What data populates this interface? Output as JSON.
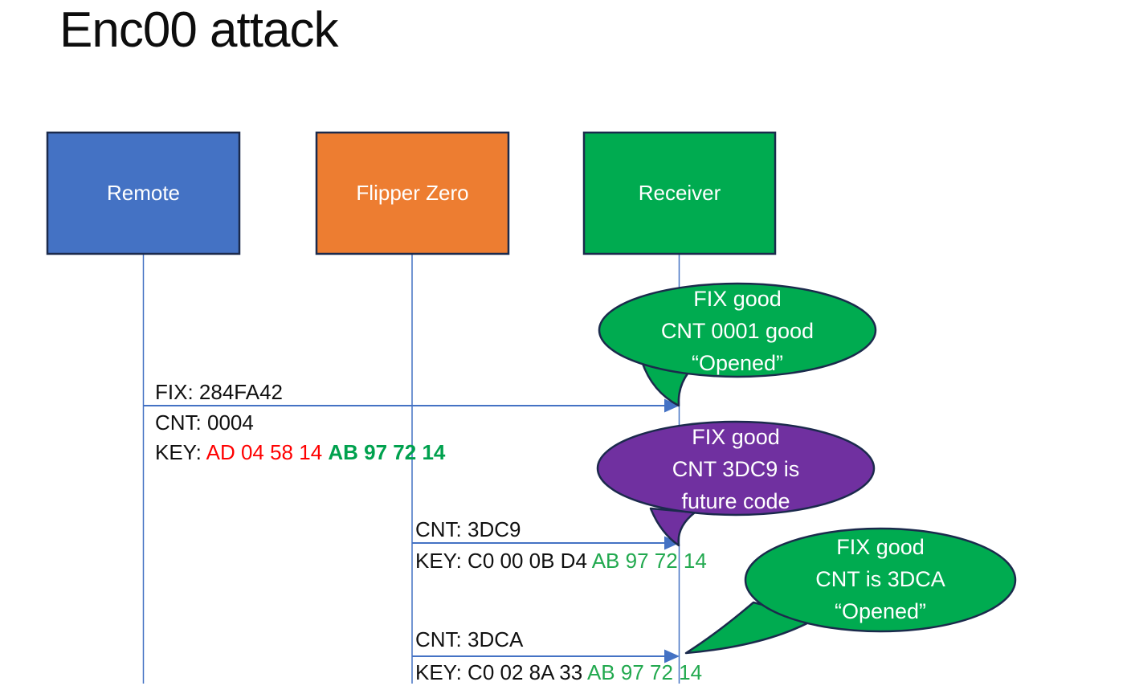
{
  "title": "Enc00 attack",
  "actors": [
    {
      "label": "Remote",
      "fill": "#4472C4"
    },
    {
      "label": "Flipper Zero",
      "fill": "#ED7D31"
    },
    {
      "label": "Receiver",
      "fill": "#00AB50"
    }
  ],
  "messages": [
    {
      "fix": "FIX: 284FA42",
      "cnt": "CNT: 0004",
      "key_prefix": "KEY: ",
      "key_cracked": "AD 04 58 14 ",
      "key_fixed": "AB 97 72 14"
    },
    {
      "cnt": "CNT: 3DC9",
      "key_prefix": "KEY: ",
      "key_plain": "C0 00 0B D4 ",
      "key_fixed": "AB 97 72 14"
    },
    {
      "cnt": "CNT: 3DCA",
      "key_prefix": "KEY: ",
      "key_plain": "C0 02 8A 33 ",
      "key_fixed": "AB 97 72 14"
    }
  ],
  "bubbles": [
    {
      "fill": "#00AB50",
      "lines": [
        "FIX good",
        "CNT 0001 good",
        "“Opened”"
      ]
    },
    {
      "fill": "#7030A0",
      "lines": [
        "FIX good",
        "CNT 3DC9 is",
        "future code"
      ]
    },
    {
      "fill": "#00AB50",
      "lines": [
        "FIX good",
        "CNT is 3DCA",
        "“Opened”"
      ]
    }
  ],
  "colors": {
    "border": "#1B2A4C",
    "line_blue": "#4472C4",
    "key_red": "#FF0000",
    "key_green_bold": "#00A14E",
    "key_green": "#22A94F",
    "bubble_text": "#FFFFFF",
    "title_text": "#0D0D0D"
  }
}
